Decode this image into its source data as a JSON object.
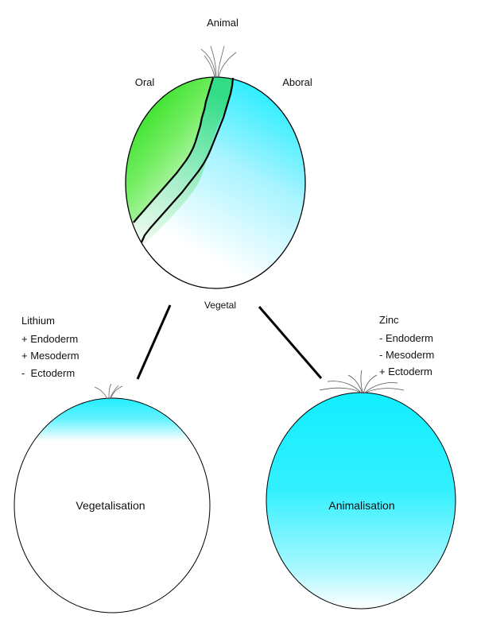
{
  "top_embryo": {
    "label_animal": "Animal",
    "label_oral": "Oral",
    "label_aboral": "Aboral",
    "label_vegetal": "Vegetal"
  },
  "left_treatment": {
    "title": "Lithium",
    "effects": [
      "+ Endoderm",
      "+ Mesoderm",
      "-  Ectoderm"
    ],
    "result_label": "Vegetalisation"
  },
  "right_treatment": {
    "title": "Zinc",
    "effects": [
      "- Endoderm",
      "- Mesoderm",
      "+ Ectoderm"
    ],
    "result_label": "Animalisation"
  },
  "colors": {
    "oral_green": "#22dd11",
    "aboral_cyan": "#22eeff",
    "stroke": "#000000"
  }
}
